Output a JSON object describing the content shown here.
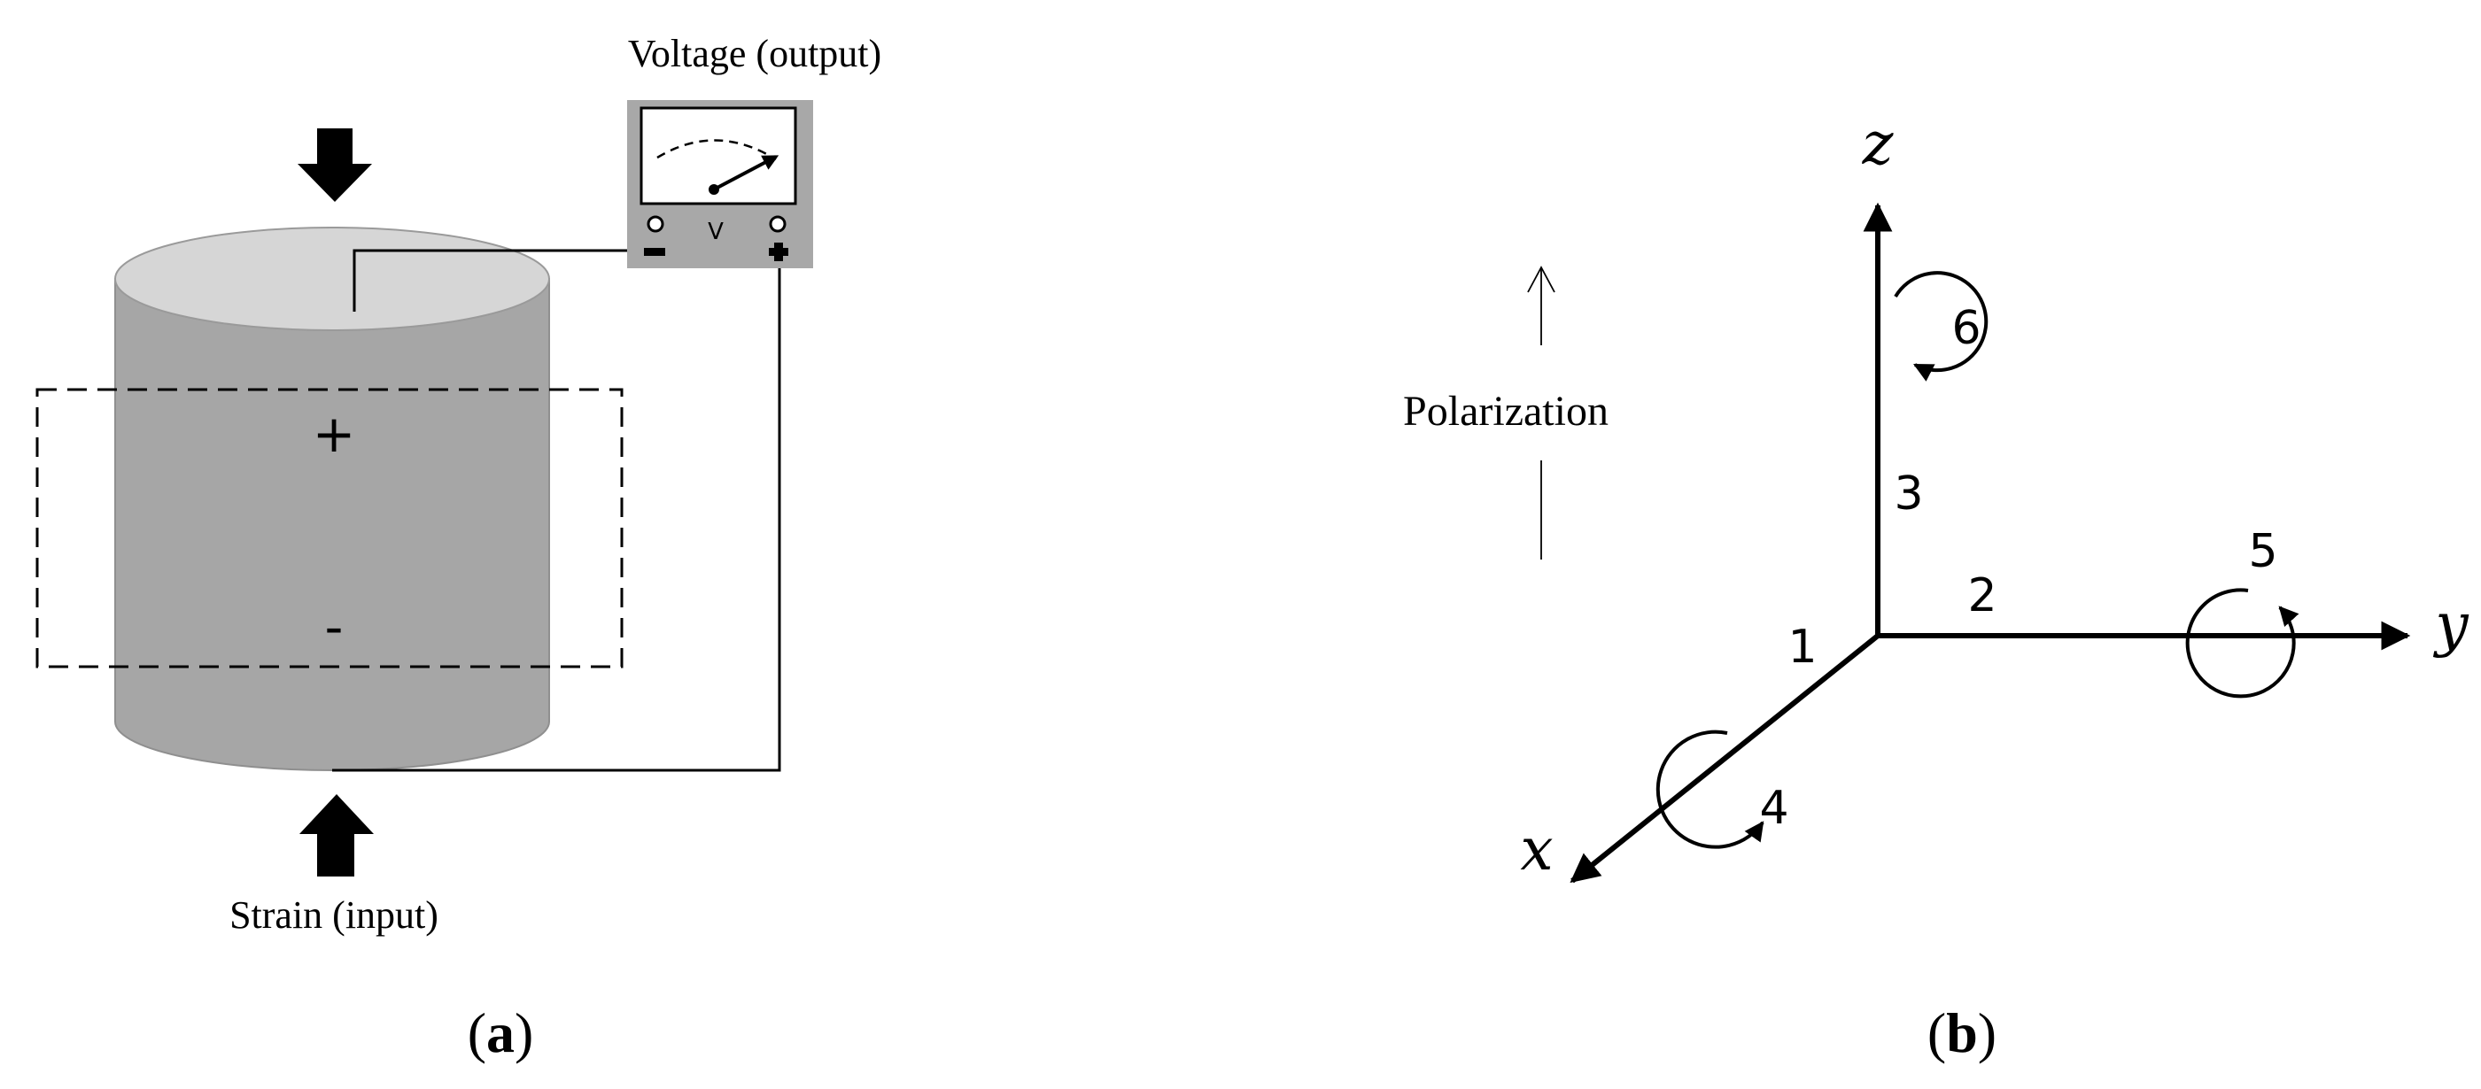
{
  "panel_a": {
    "meter_label": "Voltage (output)",
    "meter_unit": "V",
    "plus_sign": "+",
    "minus_sign": "-",
    "input_label": "Strain (input)",
    "caption_open": "(",
    "caption_letter": "a",
    "caption_close": ")"
  },
  "panel_b": {
    "polarization_label": "Polarization",
    "axis_z": "z",
    "axis_y": "y",
    "axis_x": "x",
    "axis_index_1": "1",
    "axis_index_2": "2",
    "axis_index_3": "3",
    "rotation_index_4": "4",
    "rotation_index_5": "5",
    "rotation_index_6": "6",
    "caption_open": "(",
    "caption_letter": "b",
    "caption_close": ")"
  }
}
